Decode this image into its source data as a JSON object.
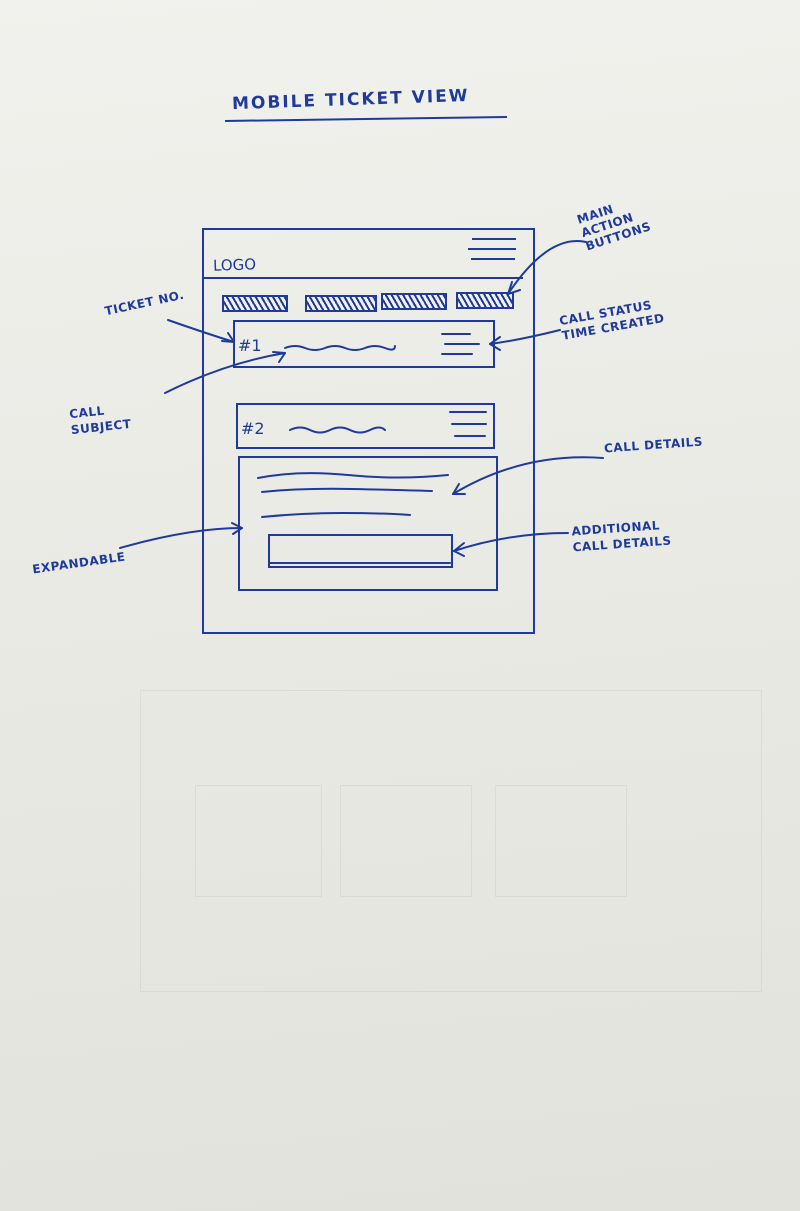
{
  "sketch": {
    "title": "MOBILE TICKET VIEW",
    "logo": "LOGO",
    "tickets": [
      {
        "number": "#1"
      },
      {
        "number": "#2"
      }
    ],
    "annotations": {
      "main_action_buttons": [
        "MAIN",
        "ACTION",
        "BUTTONS"
      ],
      "ticket_no": "TICKET NO.",
      "call_status": [
        "CALL STATUS",
        "TIME CREATED"
      ],
      "call_subject": [
        "CALL",
        "SUBJECT"
      ],
      "call_details": "CALL DETAILS",
      "expandable": "EXPANDABLE",
      "additional_call_details": [
        "ADDITIONAL",
        "CALL DETAILS"
      ]
    },
    "colors": {
      "ink": "#1f3a9a",
      "paper": "#efefea"
    }
  }
}
